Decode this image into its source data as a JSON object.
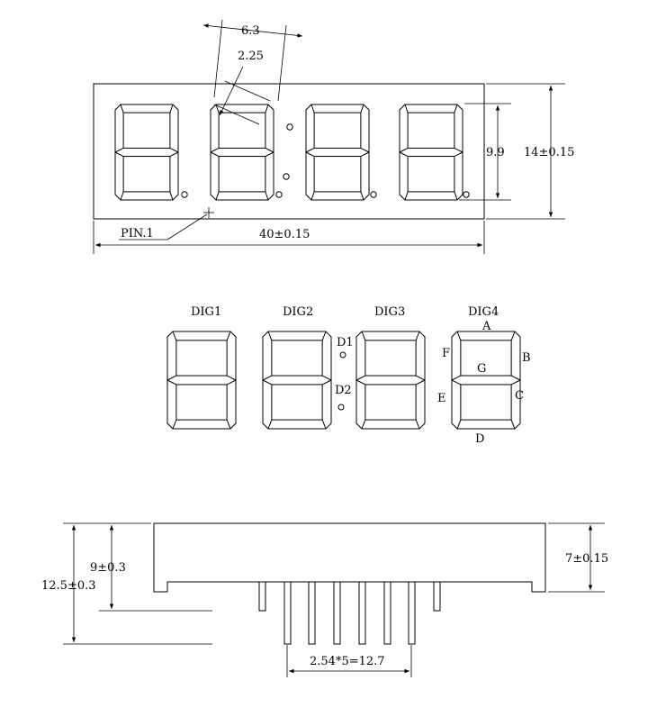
{
  "top_view": {
    "dim_digit_pitch": "6.3",
    "dim_segment_width": "2.25",
    "dim_digit_height": "9.9",
    "dim_body_height": "14±0.15",
    "dim_body_width": "40±0.15",
    "pin1_label": "PIN.1"
  },
  "schematic": {
    "digit_labels": [
      "DIG1",
      "DIG2",
      "DIG3",
      "DIG4"
    ],
    "dot_labels": [
      "D1",
      "D2"
    ],
    "segment_labels": {
      "a": "A",
      "b": "B",
      "c": "C",
      "d": "D",
      "e": "E",
      "f": "F",
      "g": "G"
    }
  },
  "side_view": {
    "dim_total_height": "12.5±0.3",
    "dim_pin_length": "9±0.3",
    "dim_body_depth": "7±0.15",
    "dim_pin_pitch": "2.54*5=12.7"
  }
}
